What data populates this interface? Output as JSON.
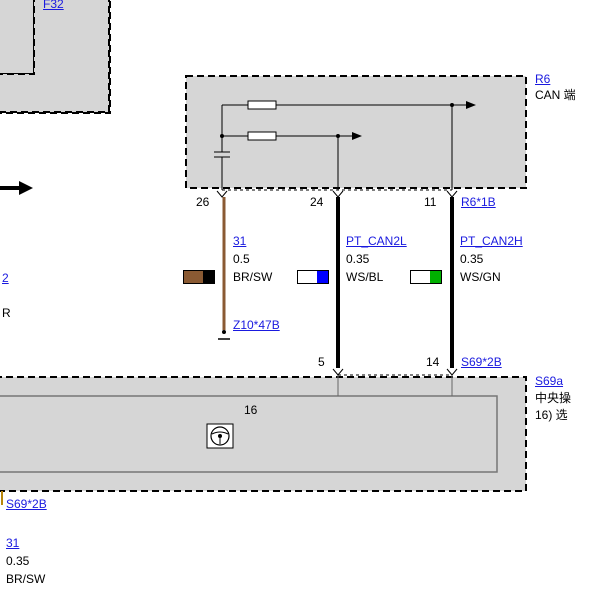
{
  "components": {
    "f32": {
      "ref": "F32"
    },
    "r6": {
      "ref": "R6",
      "desc": "CAN 端"
    },
    "s69a": {
      "ref": "S69a",
      "desc_1": "中央操",
      "desc_2": "16) 选"
    }
  },
  "left_fragments": {
    "label_a": "2",
    "label_b": "R"
  },
  "pins": {
    "r6_26": "26",
    "r6_24": "24",
    "r6_11": "11",
    "s69_5": "5",
    "s69_14": "14",
    "s69_16": "16"
  },
  "connectors": {
    "r6_conn": "R6*1B",
    "s69_conn_top": "S69*2B",
    "s69_conn_bottom": "S69*2B",
    "ground": "Z10*47B"
  },
  "wires": [
    {
      "signal": "31",
      "size": "0.5",
      "color_code": "BR/SW",
      "base": "#8a5a33",
      "stripe": "#000000"
    },
    {
      "signal": "PT_CAN2L",
      "size": "0.35",
      "color_code": "WS/BL",
      "base": "#ffffff",
      "stripe": "#0000ff"
    },
    {
      "signal": "PT_CAN2H",
      "size": "0.35",
      "color_code": "WS/GN",
      "base": "#ffffff",
      "stripe": "#00b000"
    }
  ],
  "bottom_wire": {
    "signal": "31",
    "size": "0.35",
    "color_code": "BR/SW"
  },
  "icons": {
    "steering": "steering-wheel-icon",
    "arrow": "arrow-right-icon",
    "ground": "ground-icon"
  }
}
